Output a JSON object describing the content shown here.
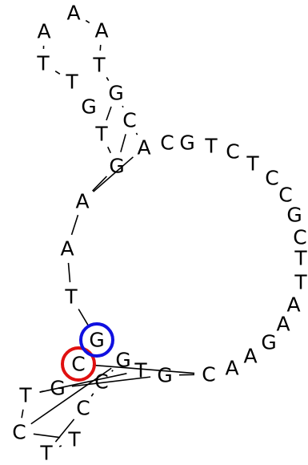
{
  "structure": {
    "nucleotides": [
      "A",
      "A",
      "T",
      "G",
      "C",
      "A",
      "C",
      "G",
      "T",
      "C",
      "T",
      "C",
      "C",
      "G",
      "C",
      "T",
      "T",
      "A",
      "A",
      "G",
      "A",
      "A",
      "C",
      "G",
      "T",
      "G",
      "C",
      "C",
      "T",
      "T",
      "C",
      "T",
      "G",
      "C",
      "G",
      "T",
      "A",
      "A",
      "G",
      "T",
      "G",
      "T",
      "T",
      "A"
    ],
    "highlights": [
      {
        "index": 33,
        "color": "#e01010"
      },
      {
        "index": 34,
        "color": "#1010e0"
      }
    ],
    "colors": {
      "backbone": "#000000",
      "pair": "#000000",
      "text": "#000000"
    }
  }
}
